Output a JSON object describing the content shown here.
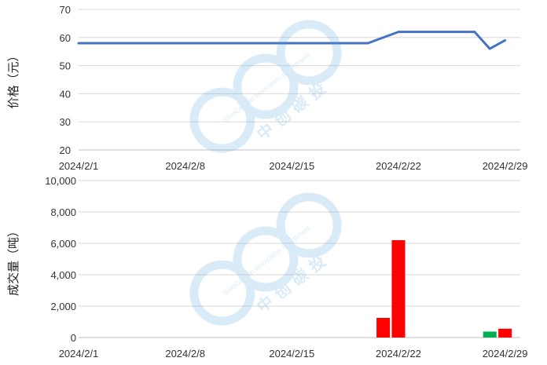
{
  "chart_data": [
    {
      "type": "line",
      "ylabel": "价格（元）",
      "ylim": [
        20,
        70
      ],
      "yticks": [
        20,
        30,
        40,
        50,
        60,
        70
      ],
      "xlim": [
        "2024/2/1",
        "2024/3/1"
      ],
      "xticks": [
        "2024/2/1",
        "2024/2/8",
        "2024/2/15",
        "2024/2/22",
        "2024/2/29"
      ],
      "grid": true,
      "color": "#4472c4",
      "series": [
        {
          "points": [
            {
              "x": "2024/2/1",
              "y": 58
            },
            {
              "x": "2024/2/20",
              "y": 58
            },
            {
              "x": "2024/2/22",
              "y": 62
            },
            {
              "x": "2024/2/27",
              "y": 62
            },
            {
              "x": "2024/2/28",
              "y": 56
            },
            {
              "x": "2024/2/29",
              "y": 59
            }
          ]
        }
      ]
    },
    {
      "type": "bar",
      "ylabel": "成交量（吨）",
      "ylim": [
        0,
        10000
      ],
      "yticks": [
        "0",
        "2,000",
        "4,000",
        "6,000",
        "8,000",
        "10,000"
      ],
      "ytick_values": [
        0,
        2000,
        4000,
        6000,
        8000,
        10000
      ],
      "xlim": [
        "2024/2/1",
        "2024/3/1"
      ],
      "xticks": [
        "2024/2/1",
        "2024/2/8",
        "2024/2/15",
        "2024/2/22",
        "2024/2/29"
      ],
      "grid": true,
      "bars": [
        {
          "x": "2024/2/21",
          "value": 1250,
          "color": "#ff0000"
        },
        {
          "x": "2024/2/22",
          "value": 6200,
          "color": "#ff0000"
        },
        {
          "x": "2024/2/28",
          "value": 380,
          "color": "#00b050"
        },
        {
          "x": "2024/2/29",
          "value": 560,
          "color": "#ff0000"
        }
      ]
    }
  ],
  "watermark": {
    "brand_en": "SinoCarbon Innovation Investment",
    "brand_cn": "中创碳投",
    "color": "#4a9fe0"
  }
}
